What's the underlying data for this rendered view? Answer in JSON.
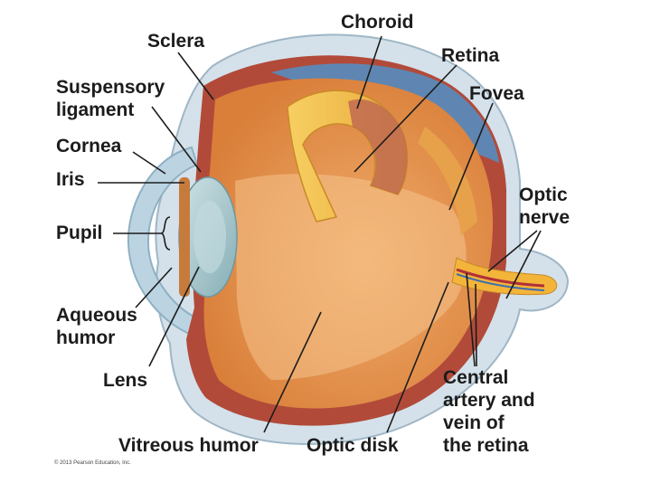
{
  "labels": {
    "sclera": "Sclera",
    "choroid": "Choroid",
    "retina": "Retina",
    "suspensory_ligament": "Suspensory\nligament",
    "fovea": "Fovea",
    "cornea": "Cornea",
    "iris": "Iris",
    "optic_nerve": "Optic\nnerve",
    "pupil": "Pupil",
    "aqueous_humor": "Aqueous\nhumor",
    "lens": "Lens",
    "central_artery": "Central\nartery and\nvein of\nthe retina",
    "vitreous_humor": "Vitreous humor",
    "optic_disk": "Optic disk"
  },
  "copyright": "© 2013 Pearson Education, Inc.",
  "colors": {
    "sclera": "#cfdde8",
    "choroid_band": "#b8483a",
    "vitreous": "#e9a060",
    "retina_flap": "#f4c048",
    "choroid_inner": "#5f86b2",
    "lens": "#a9c9cf",
    "optic_nerve": "#f3b43a"
  }
}
